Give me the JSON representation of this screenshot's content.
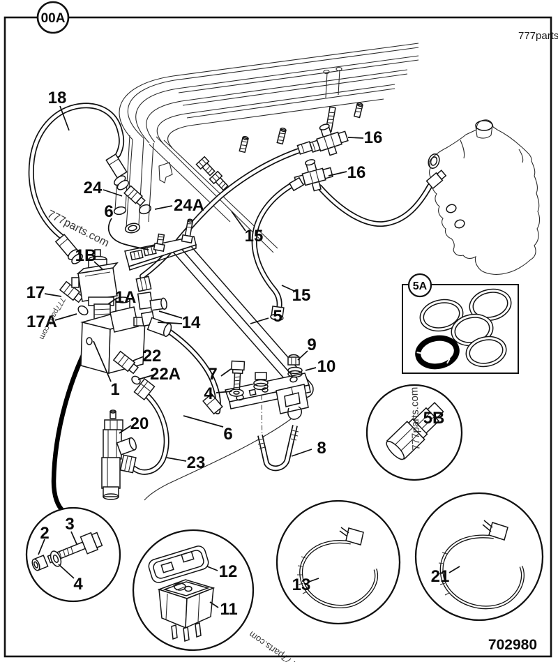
{
  "page": {
    "view_badge": "00A",
    "brand": "777parts",
    "drawing_number": "702980"
  },
  "watermark": {
    "text": "777parts.com"
  },
  "detail_views": {
    "seal_kit": "5A",
    "adapter": "5B"
  },
  "callouts": {
    "n18": "18",
    "n24": "24",
    "n24a": "24A",
    "n6_top": "6",
    "n1b": "1B",
    "n17": "17",
    "n1a": "1A",
    "n17a": "17A",
    "n14": "14",
    "n22": "22",
    "n22a": "22A",
    "n1": "1",
    "n20": "20",
    "n23": "23",
    "n15_left": "15",
    "n15_right": "15",
    "n16_upper": "16",
    "n16_lower": "16",
    "n5": "5",
    "n9": "9",
    "n10": "10",
    "n7": "7",
    "n4_mid": "4",
    "n6_bottom": "6",
    "n8": "8",
    "n2": "2",
    "n3": "3",
    "n4_detail": "4",
    "n12": "12",
    "n11": "11",
    "n13": "13",
    "n21": "21"
  }
}
